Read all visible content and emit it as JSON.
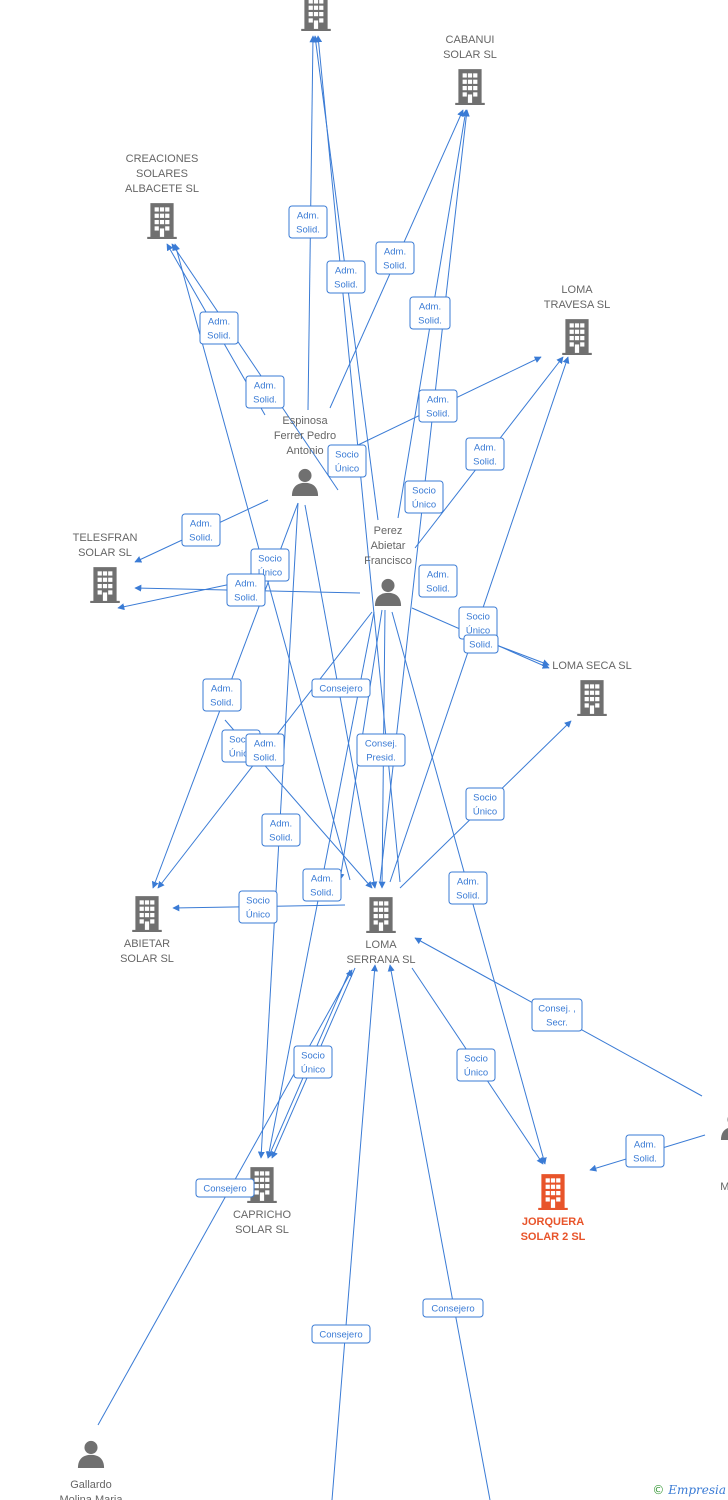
{
  "colors": {
    "edge": "#3a7bd5",
    "company": "#707070",
    "focus_company": "#e8542a",
    "person": "#707070"
  },
  "nodes": [
    {
      "id": "top",
      "type": "company",
      "label": []
    },
    {
      "id": "cabanui",
      "type": "company",
      "label": [
        "CABANUI",
        "SOLAR  SL"
      ]
    },
    {
      "id": "creaciones",
      "type": "company",
      "label": [
        "CREACIONES",
        "SOLARES",
        "ALBACETE  SL"
      ]
    },
    {
      "id": "lomatravesa",
      "type": "company",
      "label": [
        "LOMA",
        "TRAVESA  SL"
      ]
    },
    {
      "id": "espinosa",
      "type": "person",
      "label": [
        "Espinosa",
        "Ferrer Pedro",
        "Antonio"
      ]
    },
    {
      "id": "perez",
      "type": "person",
      "label": [
        "Perez",
        "Abietar",
        "Francisco"
      ]
    },
    {
      "id": "telesfran",
      "type": "company",
      "label": [
        "TELESFRAN",
        "SOLAR  SL"
      ]
    },
    {
      "id": "lomaseca",
      "type": "company",
      "label": [
        "LOMA SECA  SL"
      ]
    },
    {
      "id": "abietar",
      "type": "company",
      "label": [
        "ABIETAR",
        "SOLAR  SL"
      ]
    },
    {
      "id": "lomaserrana",
      "type": "company",
      "label": [
        "LOMA",
        "SERRANA SL"
      ]
    },
    {
      "id": "capricho",
      "type": "company",
      "label": [
        "CAPRICHO",
        "SOLAR  SL"
      ]
    },
    {
      "id": "jorquera",
      "type": "company",
      "focus": true,
      "label": [
        "JORQUERA",
        "SOLAR 2  SL"
      ]
    },
    {
      "id": "rightperson",
      "type": "person",
      "label": [
        "P",
        "Al",
        "Maria"
      ]
    },
    {
      "id": "gallardo",
      "type": "person",
      "label": [
        "Gallardo",
        "Molina Maria"
      ]
    }
  ],
  "relations": [
    {
      "text": [
        "Adm.",
        "Solid."
      ]
    },
    {
      "text": [
        "Adm.",
        "Solid."
      ]
    },
    {
      "text": [
        "Adm.",
        "Solid."
      ]
    },
    {
      "text": [
        "Adm.",
        "Solid."
      ]
    },
    {
      "text": [
        "Adm.",
        "Solid."
      ]
    },
    {
      "text": [
        "Adm.",
        "Solid."
      ]
    },
    {
      "text": [
        "Adm.",
        "Solid."
      ]
    },
    {
      "text": [
        "Socio",
        "Único"
      ]
    },
    {
      "text": [
        "Adm.",
        "Solid."
      ]
    },
    {
      "text": [
        "Socio",
        "Único"
      ]
    },
    {
      "text": [
        "Adm.",
        "Solid."
      ]
    },
    {
      "text": [
        "Socio",
        "Único"
      ]
    },
    {
      "text": [
        "Adm.",
        "Solid."
      ]
    },
    {
      "text": [
        "Adm.",
        "Solid."
      ]
    },
    {
      "text": [
        "Socio",
        "Único"
      ]
    },
    {
      "text": [
        "Solid."
      ]
    },
    {
      "text": [
        "Consejero"
      ]
    },
    {
      "text": [
        "Adm.",
        "Solid."
      ]
    },
    {
      "text": [
        "Socio",
        "Único"
      ]
    },
    {
      "text": [
        "Adm.",
        "Solid."
      ]
    },
    {
      "text": [
        "Consej.",
        "Presid."
      ]
    },
    {
      "text": [
        "Socio",
        "Único"
      ]
    },
    {
      "text": [
        "Adm.",
        "Solid."
      ]
    },
    {
      "text": [
        "Adm.",
        "Solid."
      ]
    },
    {
      "text": [
        "Adm.",
        "Solid."
      ]
    },
    {
      "text": [
        "Socio",
        "Único"
      ]
    },
    {
      "text": [
        "Consej. ,",
        "Secr."
      ]
    },
    {
      "text": [
        "Socio",
        "Único"
      ]
    },
    {
      "text": [
        "Socio",
        "Único"
      ]
    },
    {
      "text": [
        "Adm.",
        "Solid."
      ]
    },
    {
      "text": [
        "Consejero"
      ]
    },
    {
      "text": [
        "Consejero"
      ]
    },
    {
      "text": [
        "Consejero"
      ]
    }
  ],
  "brand": {
    "copyright": "©",
    "name": "Empresia"
  }
}
